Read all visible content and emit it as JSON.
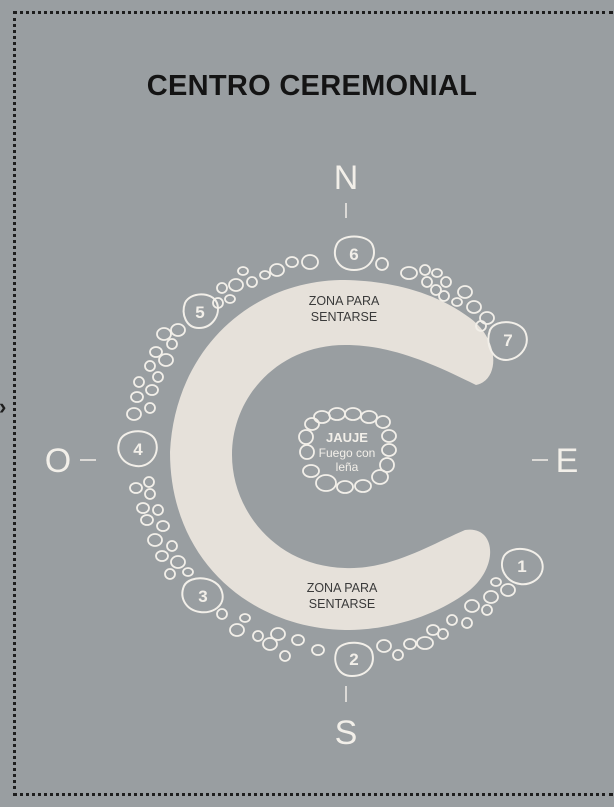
{
  "title": "CENTRO CEREMONIAL",
  "cardinals": {
    "north": "N",
    "south": "S",
    "east": "E",
    "west": "O"
  },
  "seating_zone_top": [
    "ZONA PARA",
    "SENTARSE"
  ],
  "seating_zone_bottom": [
    "ZONA PARA",
    "SENTARSE"
  ],
  "fire": {
    "title": "JAUJE",
    "line1": "Fuego con",
    "line2": "leña"
  },
  "seats": [
    "1",
    "2",
    "3",
    "4",
    "5",
    "6",
    "7"
  ],
  "colors": {
    "background": "#999ea1",
    "shape": "#e6e1da",
    "outline": "#f2efe9",
    "text_dark": "#141414"
  },
  "edge_marker": "›"
}
